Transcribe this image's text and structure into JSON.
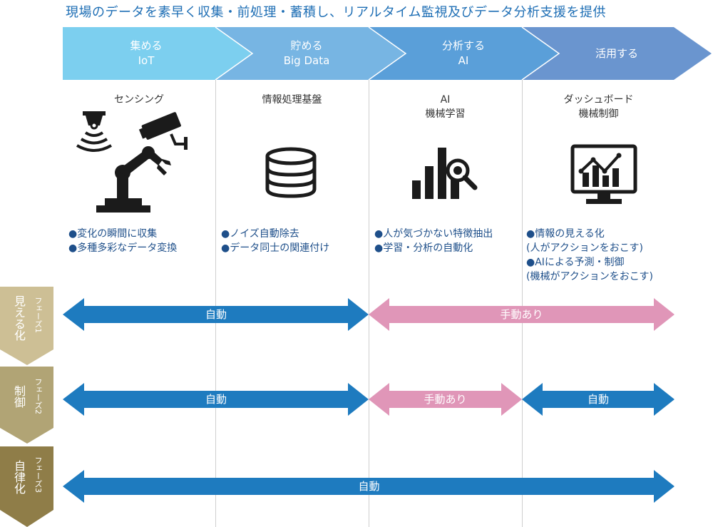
{
  "title": "現場のデータを素早く収集・前処理・蓄積し、リアルタイム監視及びデータ分析支援を提供",
  "colors": {
    "chev1": "#7ccfef",
    "chev2": "#77b5e3",
    "chev3": "#5a9fd9",
    "chev4": "#6a95cf",
    "auto": "#1e7bbf",
    "manual": "#e096b8",
    "phase1": "#cdbf95",
    "phase2": "#b1a475",
    "phase3": "#8f7d48",
    "bullet_text": "#1e4f8a",
    "title": "#1f6fb5"
  },
  "steps": [
    {
      "line1": "集める",
      "line2": "IoT"
    },
    {
      "line1": "貯める",
      "line2": "Big Data"
    },
    {
      "line1": "分析する",
      "line2": "AI"
    },
    {
      "line1": "活用する",
      "line2": ""
    }
  ],
  "columns": [
    {
      "heading1": "センシング",
      "heading2": "",
      "icon": "sensing-robot-icon",
      "bullets": [
        "●変化の瞬間に収集",
        "●多種多彩なデータ変換"
      ]
    },
    {
      "heading1": "情報処理基盤",
      "heading2": "",
      "icon": "database-icon",
      "bullets": [
        "●ノイズ自動除去",
        "●データ同士の関連付け"
      ]
    },
    {
      "heading1": "AI",
      "heading2": "機械学習",
      "icon": "chart-magnifier-icon",
      "bullets": [
        "●人が気づかない特徴抽出",
        "●学習・分析の自動化"
      ]
    },
    {
      "heading1": "ダッシュボード",
      "heading2": "機械制御",
      "icon": "monitor-chart-icon",
      "bullets": [
        "●情報の見える化",
        "(人がアクションをおこす)",
        "●AIによる予測・制御",
        "(機械がアクションをおこす)"
      ]
    }
  ],
  "phases": [
    {
      "tag": "フェーズ1",
      "name": "見える化",
      "arrows": [
        {
          "label": "自動",
          "kind": "auto"
        },
        {
          "label": "手動あり",
          "kind": "manual"
        }
      ]
    },
    {
      "tag": "フェーズ2",
      "name": "制御",
      "arrows": [
        {
          "label": "自動",
          "kind": "auto"
        },
        {
          "label": "手動あり",
          "kind": "manual"
        },
        {
          "label": "自動",
          "kind": "auto"
        }
      ]
    },
    {
      "tag": "フェーズ3",
      "name": "自律化",
      "arrows": [
        {
          "label": "自動",
          "kind": "auto"
        }
      ]
    }
  ]
}
